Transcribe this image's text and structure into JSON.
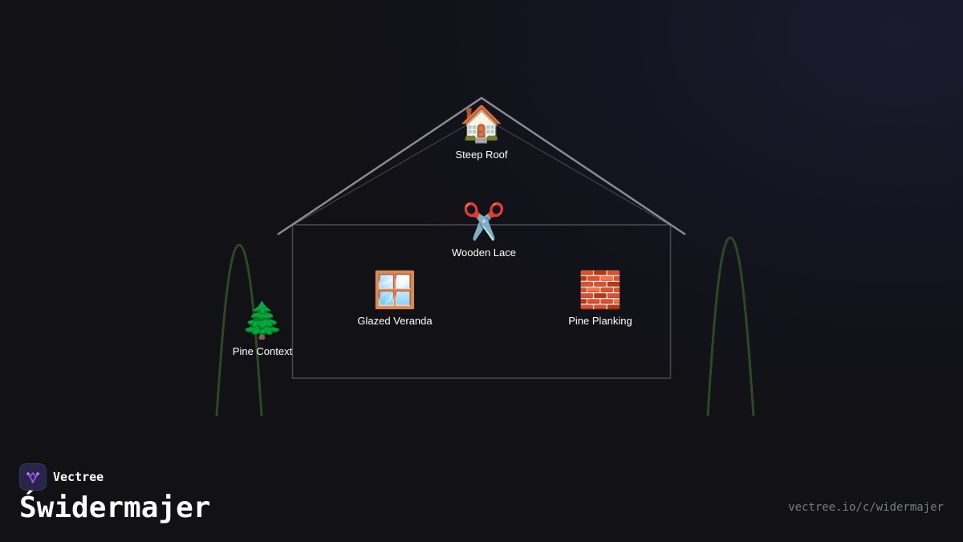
{
  "diagram": {
    "nodes": [
      {
        "id": "steep-roof",
        "emoji": "🏠",
        "label": "Steep Roof"
      },
      {
        "id": "wooden-lace",
        "emoji": "✂️",
        "label": "Wooden Lace"
      },
      {
        "id": "glazed-veranda",
        "emoji": "🪟",
        "label": "Glazed Veranda"
      },
      {
        "id": "pine-planking",
        "emoji": "🧱",
        "label": "Pine Planking"
      },
      {
        "id": "pine-context",
        "emoji": "🌲",
        "label": "Pine Context"
      }
    ]
  },
  "footer": {
    "brand_name": "Vectree",
    "title": "Świdermajer",
    "url": "vectree.io/c/widermajer"
  },
  "colors": {
    "background": "#111116",
    "roof_line": "#8a8a90",
    "wall_line": "#4a4a50",
    "tree_outline": "#2b4a22",
    "logo_accent": "#a855f7"
  }
}
